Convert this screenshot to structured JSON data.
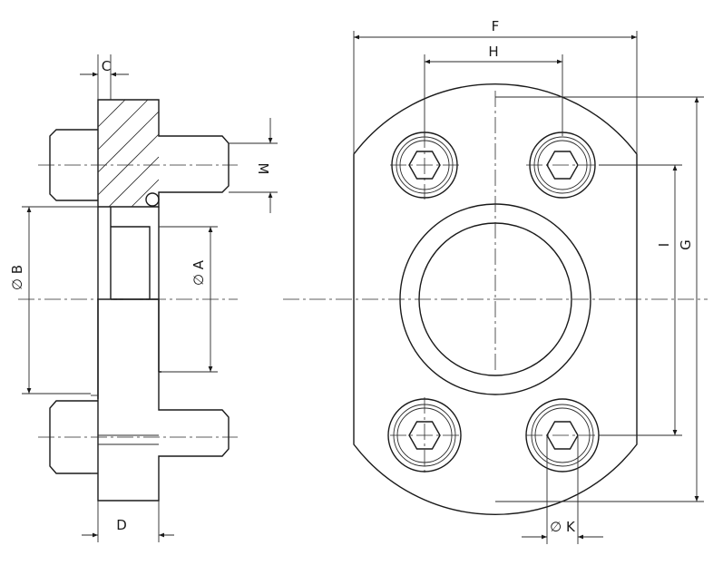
{
  "labels": {
    "C": "C",
    "D": "D",
    "M": "M",
    "B": "∅ B",
    "A": "∅ A",
    "F": "F",
    "H": "H",
    "I": "I",
    "G": "G",
    "K": "∅ K"
  },
  "colors": {
    "line": "#1a1a1a",
    "background": "#ffffff"
  }
}
